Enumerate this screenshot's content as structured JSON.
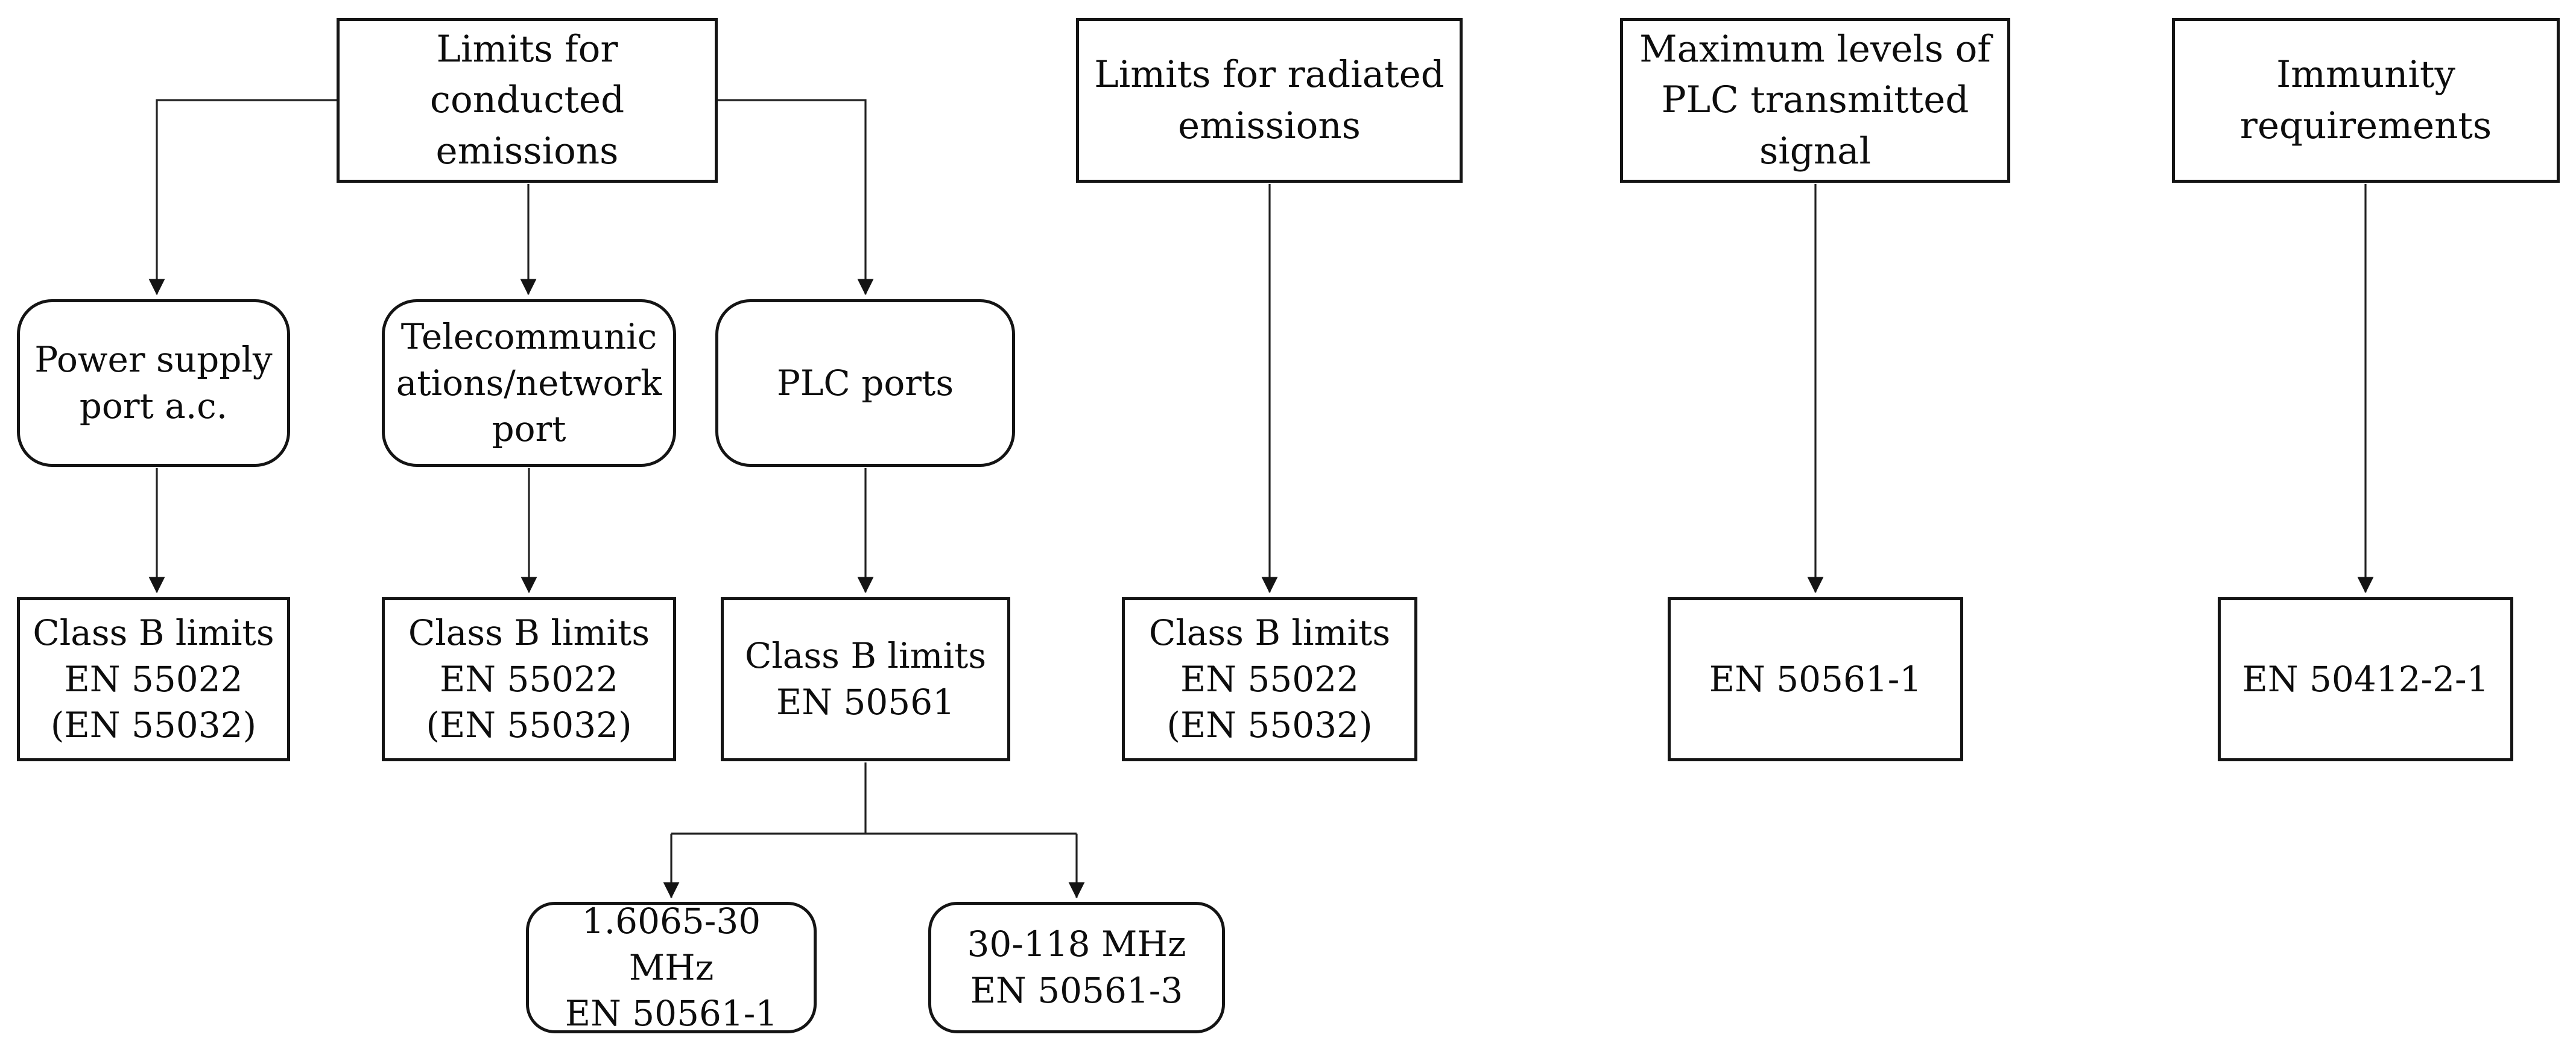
{
  "diagram": {
    "title": "PLC EMC standards overview flowchart",
    "colors": {
      "background": "#ffffff",
      "line": "#222222",
      "box_border": "#141414",
      "text": "#0d0d0d"
    },
    "nodes": {
      "conducted": {
        "label": "Limits for\nconducted\nemissions",
        "shape": "rect"
      },
      "radiated": {
        "label": "Limits for radiated\nemissions",
        "shape": "rect"
      },
      "maxlevels": {
        "label": "Maximum levels of\nPLC transmitted\nsignal",
        "shape": "rect"
      },
      "immunity": {
        "label": "Immunity\nrequirements",
        "shape": "rect"
      },
      "powerport": {
        "label": "Power supply\nport a.c.",
        "shape": "rounded"
      },
      "telecomport": {
        "label": "Telecommunic\nations/network\nport",
        "shape": "rounded"
      },
      "plcports": {
        "label": "PLC ports",
        "shape": "rounded"
      },
      "classb1": {
        "label": "Class B limits\nEN 55022\n(EN 55032)",
        "shape": "rect"
      },
      "classb2": {
        "label": "Class B limits\nEN 55022\n(EN 55032)",
        "shape": "rect"
      },
      "classbplc": {
        "label": "Class B limits\nEN 50561",
        "shape": "rect"
      },
      "classbrad": {
        "label": "Class B limits\nEN 55022\n(EN 55032)",
        "shape": "rect"
      },
      "en505611": {
        "label": "EN 50561-1",
        "shape": "rect"
      },
      "en50412": {
        "label": "EN 50412-2-1",
        "shape": "rect"
      },
      "bandlow": {
        "label": "1.6065-30 MHz\nEN 50561-1",
        "shape": "rounded"
      },
      "bandhigh": {
        "label": "30-118 MHz\nEN 50561-3",
        "shape": "rounded"
      }
    },
    "edges": [
      {
        "from": "conducted",
        "to": "powerport"
      },
      {
        "from": "conducted",
        "to": "telecomport"
      },
      {
        "from": "conducted",
        "to": "plcports"
      },
      {
        "from": "powerport",
        "to": "classb1"
      },
      {
        "from": "telecomport",
        "to": "classb2"
      },
      {
        "from": "plcports",
        "to": "classbplc"
      },
      {
        "from": "radiated",
        "to": "classbrad"
      },
      {
        "from": "maxlevels",
        "to": "en505611"
      },
      {
        "from": "immunity",
        "to": "en50412"
      },
      {
        "from": "classbplc",
        "to": "bandlow"
      },
      {
        "from": "classbplc",
        "to": "bandhigh"
      }
    ]
  }
}
